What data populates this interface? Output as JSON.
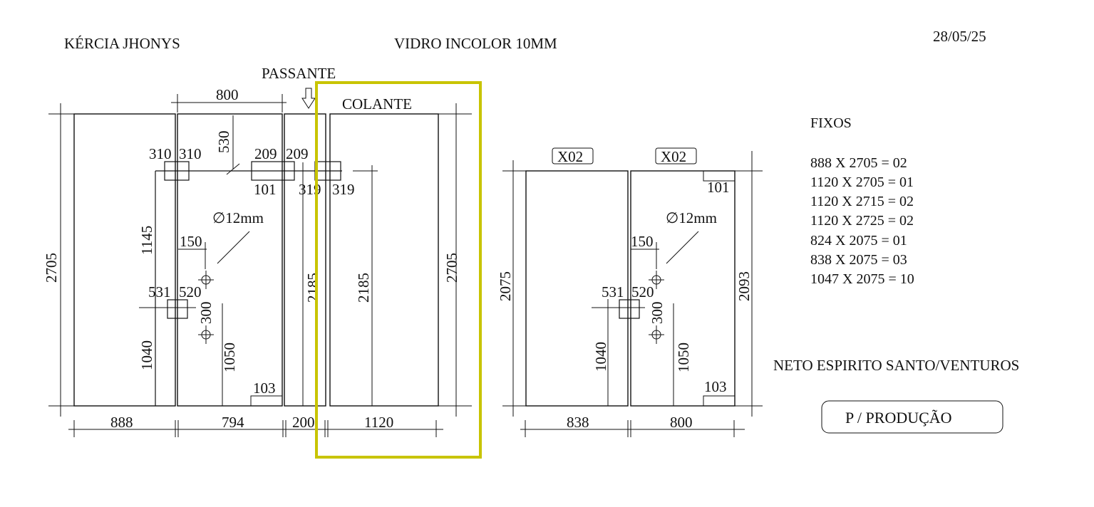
{
  "header": {
    "client": "KÉRCIA JHONYS",
    "material": "VIDRO INCOLOR 10MM",
    "date": "28/05/25"
  },
  "left_drawing": {
    "passante_label": "PASSANTE",
    "colante_label": "COLANTE",
    "top_width": "800",
    "dim_530": "530",
    "dim_310a": "310",
    "dim_310b": "310",
    "dim_209a": "209",
    "dim_209b": "209",
    "dim_101": "101",
    "dim_319a": "319",
    "dim_319b": "319",
    "hole_label": "∅12mm",
    "dim_1145": "1145",
    "dim_150": "150",
    "dim_531": "531",
    "dim_520": "520",
    "dim_300": "300",
    "dim_1040": "1040",
    "dim_1050": "1050",
    "dim_103": "103",
    "height_left": "2705",
    "height_right": "2705",
    "dim_2185a": "2185",
    "dim_2185b": "2185",
    "bottom_widths": [
      "888",
      "794",
      "200",
      "1120"
    ]
  },
  "right_drawing": {
    "qty_tag_a": "X02",
    "qty_tag_b": "X02",
    "dim_101": "101",
    "hole_label": "∅12mm",
    "dim_150": "150",
    "dim_531": "531",
    "dim_520": "520",
    "dim_300": "300",
    "dim_1040": "1040",
    "dim_1050": "1050",
    "dim_103": "103",
    "height_left": "2075",
    "height_right": "2093",
    "bottom_widths": [
      "838",
      "800"
    ]
  },
  "fixos": {
    "title": "FIXOS",
    "items": [
      "888 X 2705 = 02",
      "1120 X 2705 = 01",
      "1120 X 2715 = 02",
      "1120 X 2725 = 02",
      "824 X 2075 = 01",
      "838 X 2075 = 03",
      "1047 X 2075 = 10"
    ]
  },
  "location": "NETO ESPIRITO SANTO/VENTUROS",
  "status_button": "P / PRODUÇÃO",
  "colors": {
    "highlight": "#c8c400",
    "ink": "#111111",
    "background": "#ffffff"
  }
}
